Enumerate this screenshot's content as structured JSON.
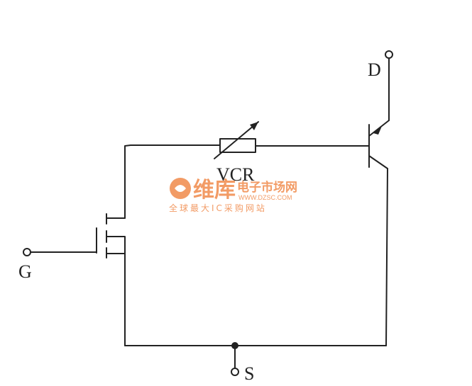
{
  "labels": {
    "drain": "D",
    "gate": "G",
    "source": "S",
    "resistor": "VCR"
  },
  "watermark": {
    "brand": "维库",
    "tagline": "电子市场网",
    "url": "WWW.DZSC.COM",
    "subtitle": "全球最大IC采购网站",
    "color": "#f08a4b"
  },
  "colors": {
    "wire": "#222222"
  }
}
